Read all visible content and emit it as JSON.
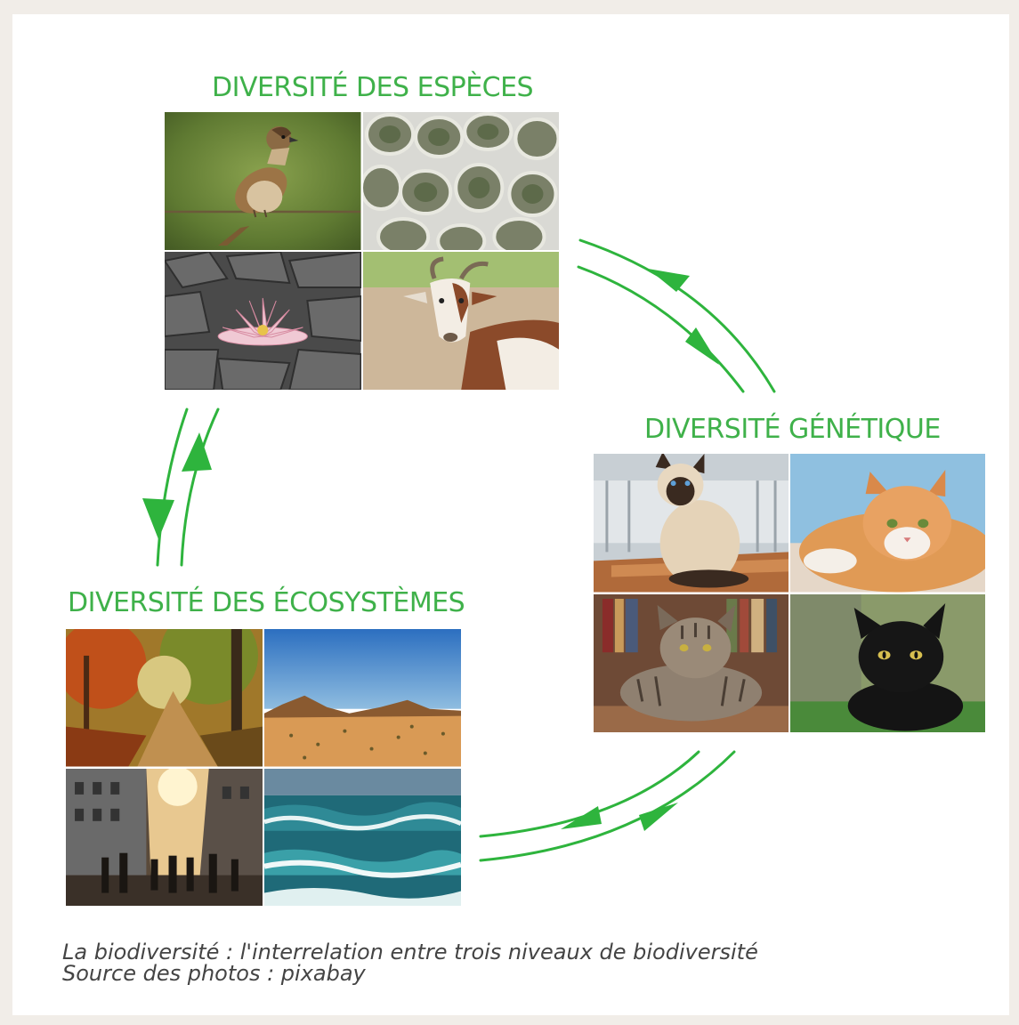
{
  "titles": {
    "species": "DIVERSITÉ DES ESPÈCES",
    "genetic": "DIVERSITÉ GÉNÉTIQUE",
    "ecosystems": "DIVERSITÉ DES ÉCOSYSTÈMES"
  },
  "caption": {
    "line1": "La biodiversité : l'interrelation entre trois niveaux de biodiversité",
    "line2": "Source des photos : pixabay"
  },
  "colors": {
    "accent": "#3fb14a",
    "arrow": "#2eb43d",
    "background": "#f1ede8"
  }
}
